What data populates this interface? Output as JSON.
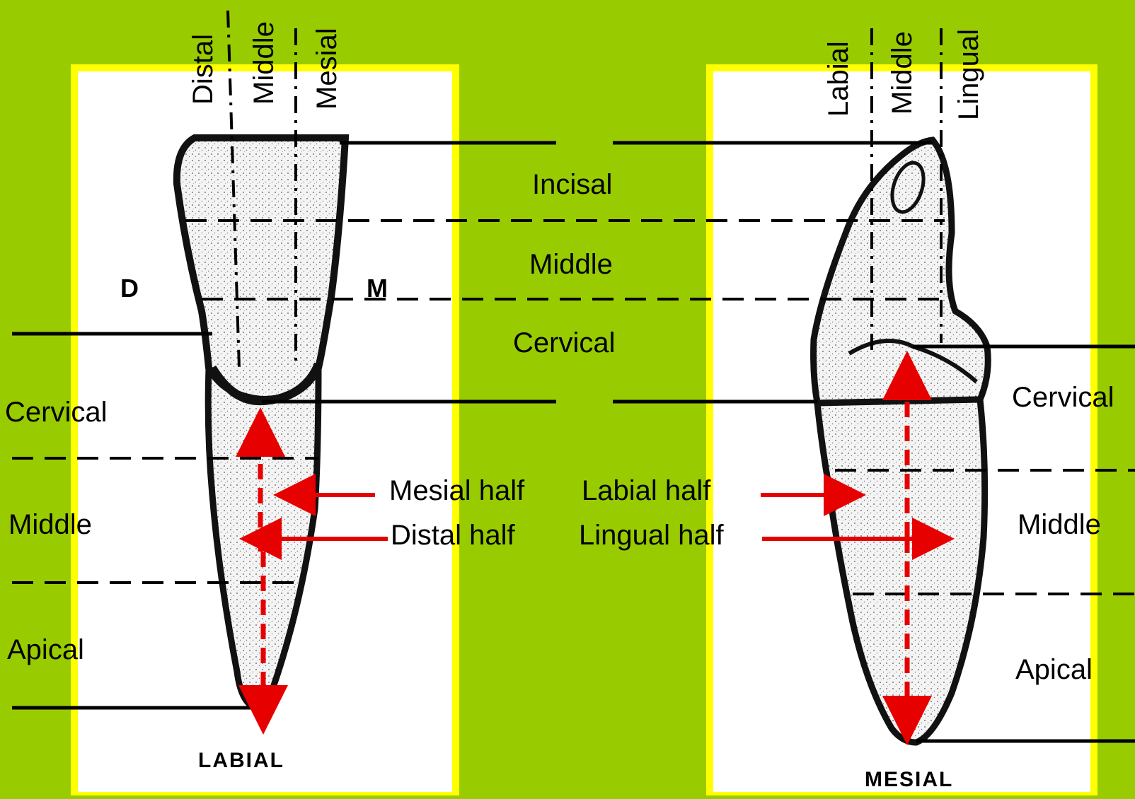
{
  "left_view": {
    "caption": "LABIAL",
    "vertical_thirds": [
      "Distal",
      "Middle",
      "Mesial"
    ],
    "side_letters": {
      "distal": "D",
      "mesial": "M"
    },
    "root_thirds": [
      "Cervical",
      "Middle",
      "Apical"
    ],
    "halves": {
      "mesial": "Mesial half",
      "distal": "Distal half"
    }
  },
  "right_view": {
    "caption": "MESIAL",
    "vertical_thirds": [
      "Labial",
      "Middle",
      "Lingual"
    ],
    "root_thirds": [
      "Cervical",
      "Middle",
      "Apical"
    ],
    "halves": {
      "labial": "Labial half",
      "lingual": "Lingual half"
    }
  },
  "crown_thirds": [
    "Incisal",
    "Middle",
    "Cervical"
  ],
  "colors": {
    "background": "#99cc00",
    "panel": "#ffffff",
    "panel_border": "#ffff00",
    "arrow": "#e60000",
    "line": "#000000",
    "tooth_fill": "#f2f2f2"
  }
}
